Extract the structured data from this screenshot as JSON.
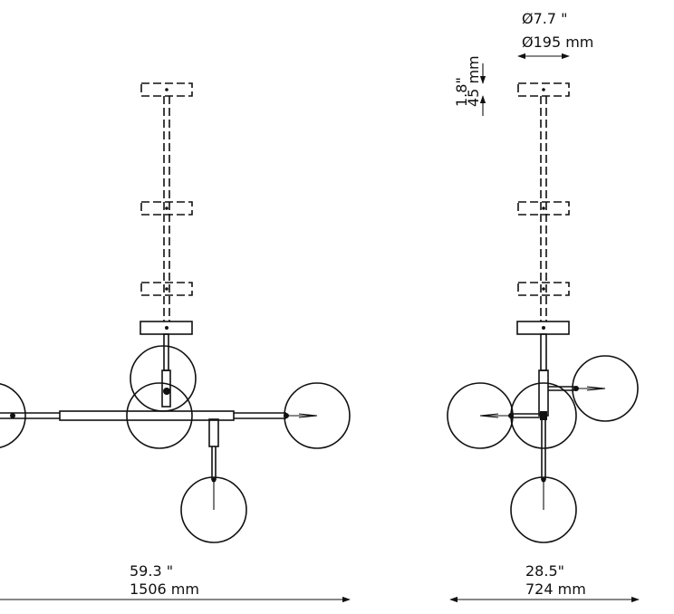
{
  "views": {
    "front": {
      "width_in": "59.3 \"",
      "width_mm": "1506  mm"
    },
    "side": {
      "width_in": "28.5\"",
      "width_mm": "724  mm",
      "canopy_diameter_in": "Ø7.7 \"",
      "canopy_diameter_mm": "Ø195 mm",
      "canopy_height_in": "1.8\"",
      "canopy_height_mm": "45 mm"
    }
  }
}
